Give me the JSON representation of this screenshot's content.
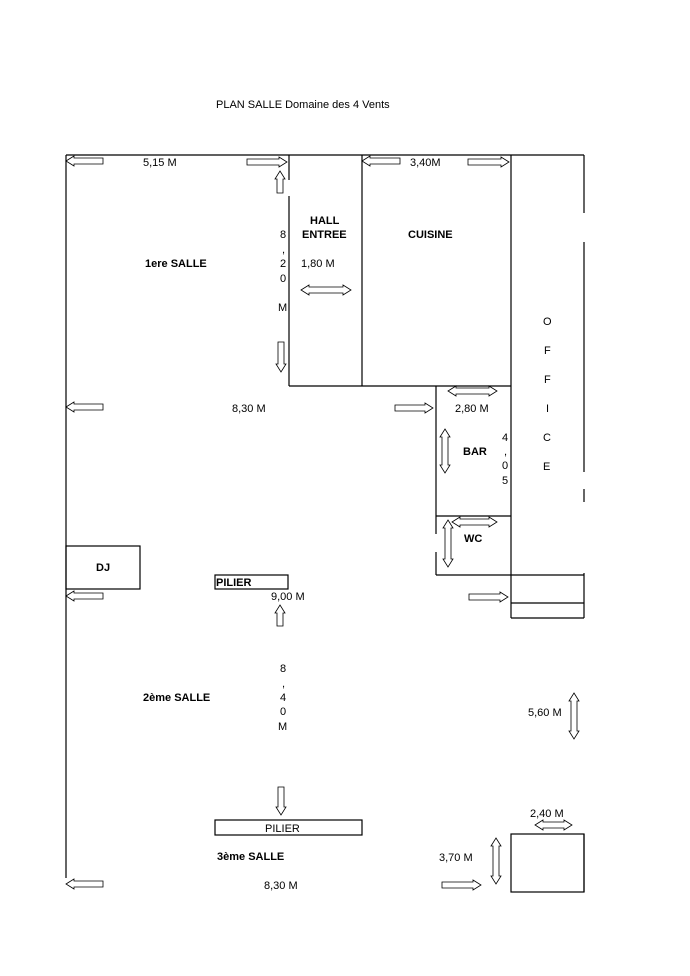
{
  "title": "PLAN SALLE Domaine des 4 Vents",
  "rooms": {
    "salle1": "1ere SALLE",
    "hall_line1": "HALL",
    "hall_line2": "ENTREE",
    "cuisine": "CUISINE",
    "office": [
      "O",
      "F",
      "F",
      "I",
      "C",
      "E"
    ],
    "bar": "BAR",
    "wc": "WC",
    "dj": "DJ",
    "pilier1": "PILIER",
    "salle2": "2ème SALLE",
    "pilier2": "PILIER",
    "salle3": "3ème SALLE"
  },
  "dimensions": {
    "d_515": "5,15 M",
    "d_340": "3,40M",
    "v_820": [
      "8",
      ",",
      "2",
      "0",
      "",
      "M"
    ],
    "d_180": "1,80 M",
    "d_830_top": "8,30 M",
    "d_280": "2,80 M",
    "v_405": [
      "4",
      ",",
      "0",
      "5"
    ],
    "d_900": "9,00 M",
    "v_840": [
      "8",
      ",",
      "4",
      "0",
      "M"
    ],
    "d_560": "5,60 M",
    "d_240": "2,40 M",
    "d_370": "3,70 M",
    "d_830_bottom": "8,30 M"
  }
}
